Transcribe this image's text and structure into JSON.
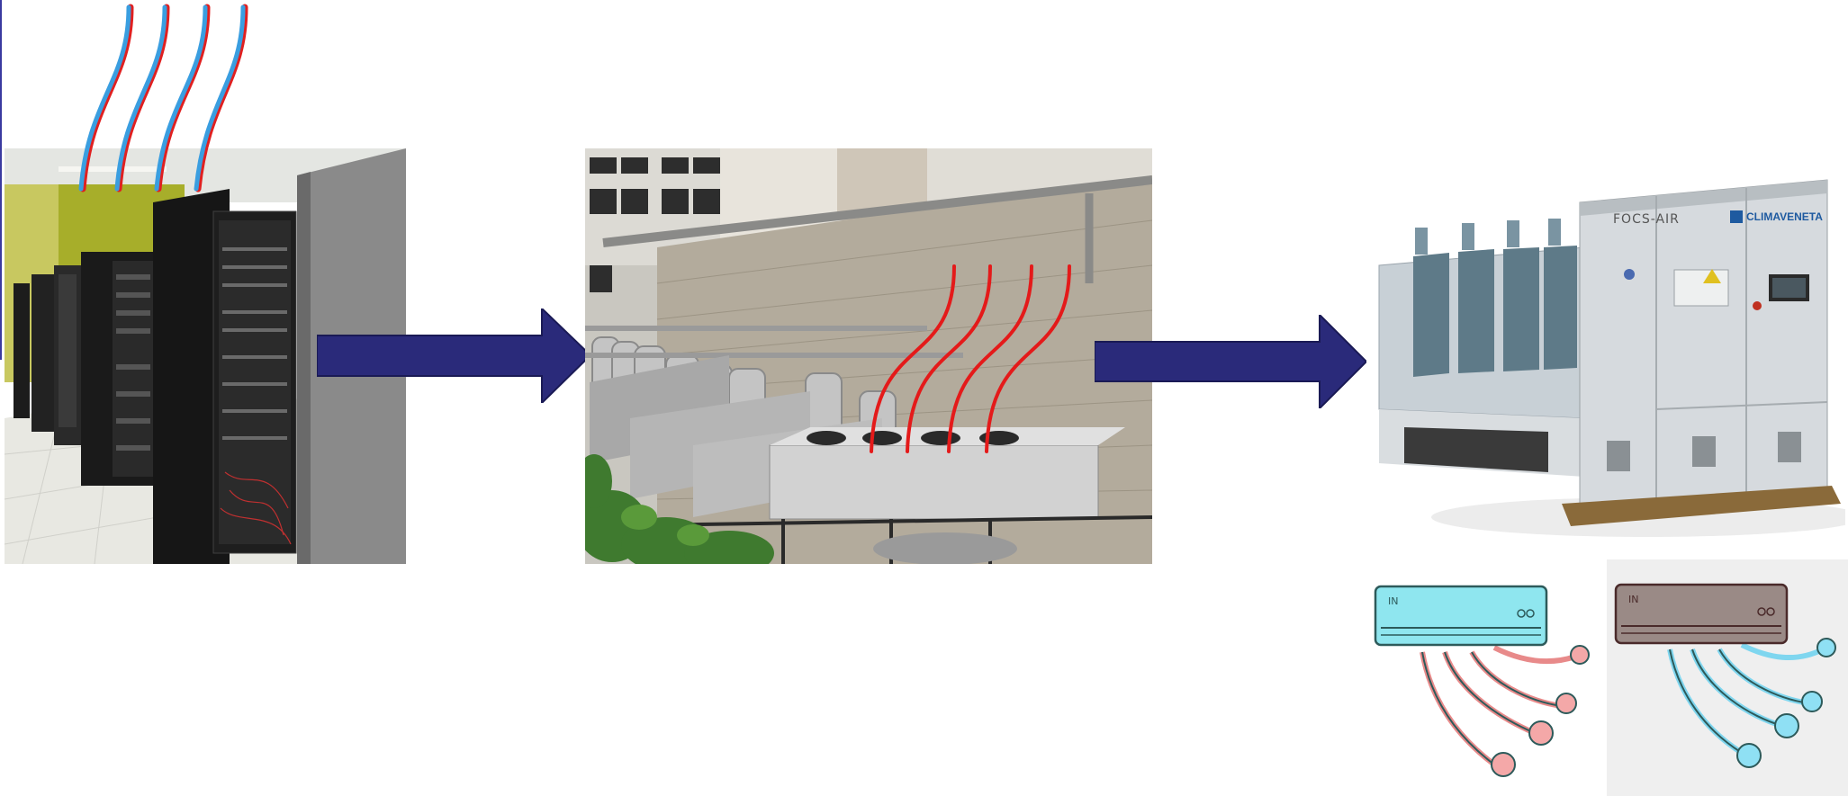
{
  "diagram": {
    "panels": [
      {
        "id": "server-room",
        "kind": "photo",
        "depicts": "data center server racks"
      },
      {
        "id": "dry-coolers",
        "kind": "photo",
        "depicts": "rooftop dry cooler units"
      },
      {
        "id": "chiller",
        "kind": "photo",
        "depicts": "air cooled chiller unit"
      }
    ],
    "flow": [
      "server-room",
      "dry-coolers",
      "chiller"
    ],
    "arrow_color": "#2a2a7a",
    "heat_line_colors": {
      "hot": "#e02020",
      "cool": "#3a9ee0"
    }
  },
  "chiller": {
    "model_label": "FOCS-AIR",
    "brand_label": "CLIMAVENETA"
  },
  "ac_units": [
    {
      "id": "ac-cool",
      "label": "IN",
      "body_color": "#8fe6ef",
      "airflow_color": "#f0a0a0"
    },
    {
      "id": "ac-heat",
      "label": "IN",
      "body_color": "#9a8a86",
      "airflow_color": "#7fd6ef"
    }
  ]
}
